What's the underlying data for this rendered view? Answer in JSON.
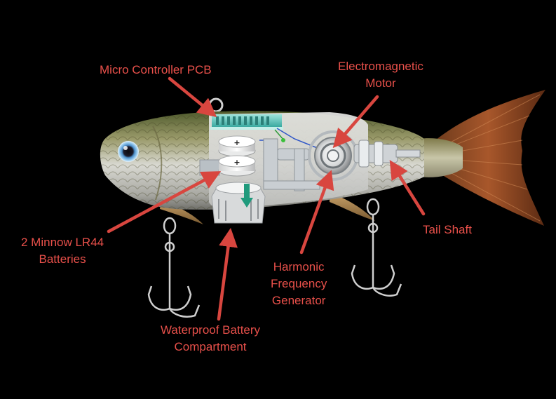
{
  "colors": {
    "background": "#000000",
    "label_text": "#e8504a",
    "arrow": "#d8463f"
  },
  "labels": {
    "micro_controller": [
      "Micro Controller PCB"
    ],
    "motor": [
      "Electromagnetic",
      "Motor"
    ],
    "batteries": [
      "2 Minnow LR44",
      "Batteries"
    ],
    "tail_shaft": [
      "Tail Shaft"
    ],
    "generator": [
      "Harmonic",
      "Frequency",
      "Generator"
    ],
    "compartment": [
      "Waterproof Battery",
      "Compartment"
    ]
  },
  "battery_marks": [
    "+",
    "+"
  ]
}
